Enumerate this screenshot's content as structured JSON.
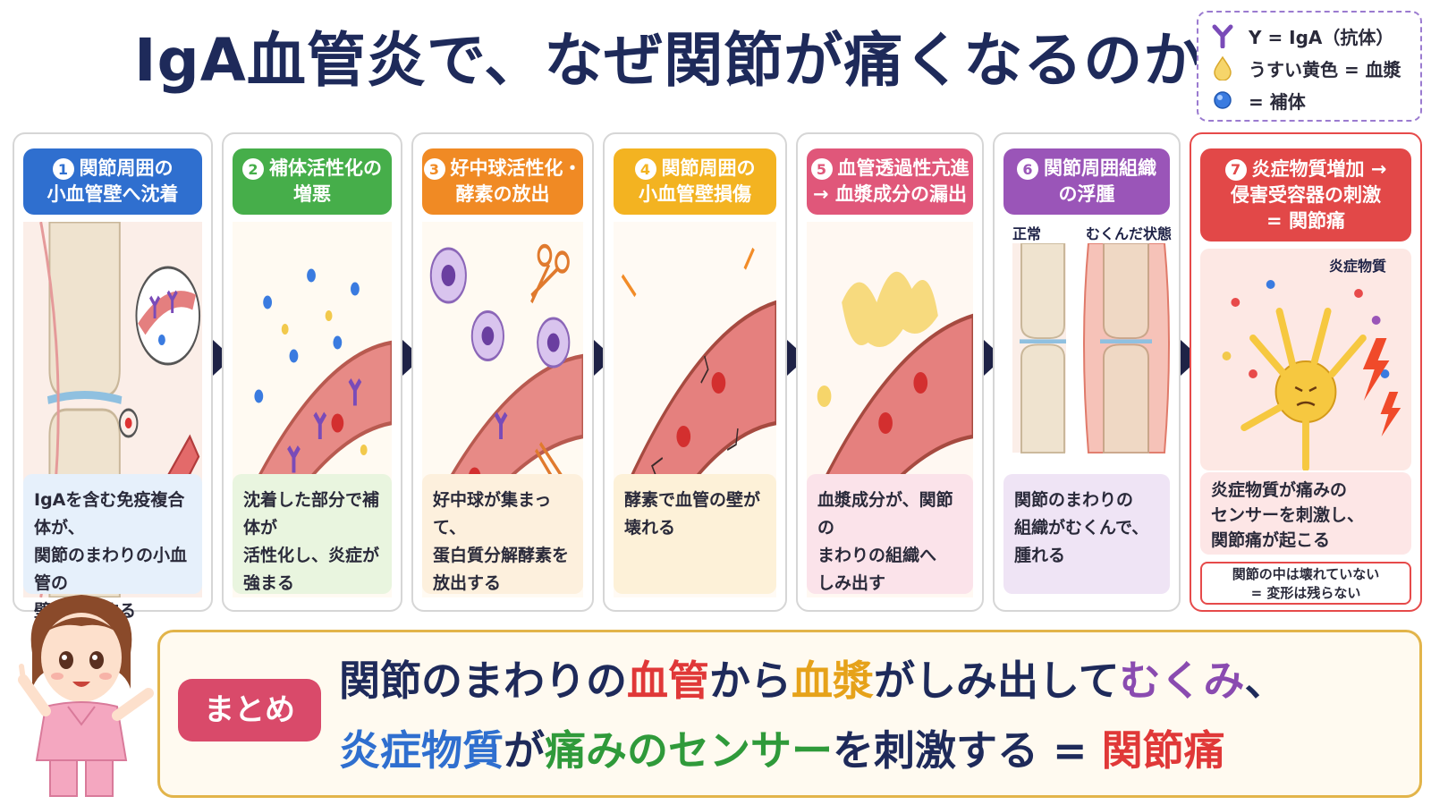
{
  "title": "IgA血管炎で、なぜ関節が痛くなるのか？",
  "legend": {
    "items": [
      {
        "icon": "antibody-y-icon",
        "label": "Y = IgA（抗体）"
      },
      {
        "icon": "yellow-drop-icon",
        "label": "うすい黄色 = 血漿"
      },
      {
        "icon": "blue-dot-icon",
        "label": "= 補体"
      }
    ]
  },
  "colors": {
    "step1": "#2f6fcf",
    "step2": "#46ae4a",
    "step3": "#f08a24",
    "step4": "#f3b321",
    "step5": "#e0577a",
    "step6": "#9a55b8",
    "step7": "#e24848",
    "desc1": "#e6f0fb",
    "desc2": "#e9f5df",
    "desc3": "#fdf0dd",
    "desc4": "#fdf1d8",
    "desc5": "#fbe3ea",
    "desc6": "#efe4f5",
    "desc7": "#fde6e6"
  },
  "steps": [
    {
      "number": "1",
      "title_line1": "関節周囲の",
      "title_line2": "小血管壁へ沈着",
      "desc": "IgAを含む免疫複合体が、\n関節のまわりの小血管の\n壁に沈着する"
    },
    {
      "number": "2",
      "title_line1": "補体活性化の",
      "title_line2": "増悪",
      "desc": "沈着した部分で補体が\n活性化し、炎症が\n強まる"
    },
    {
      "number": "3",
      "title_line1": "好中球活性化・",
      "title_line2": "酵素の放出",
      "desc": "好中球が集まって、\n蛋白質分解酵素を\n放出する"
    },
    {
      "number": "4",
      "title_line1": "関節周囲の",
      "title_line2": "小血管壁損傷",
      "desc": "酵素で血管の壁が\n壊れる"
    },
    {
      "number": "5",
      "title_line1": "血管透過性亢進",
      "title_line2": "→ 血漿成分の漏出",
      "desc": "血漿成分が、関節の\nまわりの組織へ\nしみ出す"
    },
    {
      "number": "6",
      "title_line1": "関節周囲組織",
      "title_line2": "の浮腫",
      "desc": "関節のまわりの\n組織がむくんで、\n腫れる",
      "label_normal": "正常",
      "label_swollen": "むくんだ状態"
    },
    {
      "number": "7",
      "title_line1": "炎症物質増加 →",
      "title_line2": "侵害受容器の刺激",
      "title_line3": "= 関節痛",
      "desc": "炎症物質が痛みの\nセンサーを刺激し、\n関節痛が起こる",
      "label_inflam": "炎症物質",
      "note_line1": "関節の中は壊れていない",
      "note_line2": "= 変形は残らない"
    }
  ],
  "summary": {
    "badge": "まとめ",
    "line1": [
      {
        "text": "関節のまわりの",
        "color": "#1e2a5a"
      },
      {
        "text": "血管",
        "color": "#e03838"
      },
      {
        "text": "から",
        "color": "#1e2a5a"
      },
      {
        "text": "血漿",
        "color": "#e6a21a"
      },
      {
        "text": "がしみ出して",
        "color": "#1e2a5a"
      },
      {
        "text": "むくみ",
        "color": "#8a4bb0"
      },
      {
        "text": "、",
        "color": "#1e2a5a"
      }
    ],
    "line2": [
      {
        "text": "炎症物質",
        "color": "#2f6fcf"
      },
      {
        "text": "が",
        "color": "#1e2a5a"
      },
      {
        "text": "痛みのセンサー",
        "color": "#2f9a3a"
      },
      {
        "text": "を刺激する = ",
        "color": "#1e2a5a"
      },
      {
        "text": "関節痛",
        "color": "#e03838"
      }
    ]
  }
}
